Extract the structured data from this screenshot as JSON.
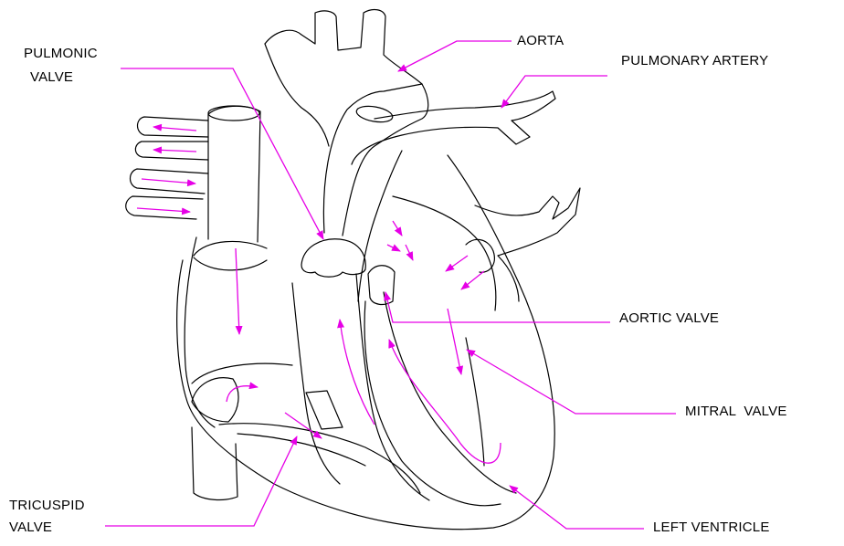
{
  "labels": {
    "aorta": "AORTA",
    "pulmonary_artery": "PULMONARY ARTERY",
    "pulmonic_valve_1": "PULMONIC",
    "pulmonic_valve_2": "VALVE",
    "aortic_valve": "AORTIC VALVE",
    "mitral_valve": "MITRAL  VALVE",
    "tricuspid_valve_1": "TRICUSPID",
    "tricuspid_valve_2": "VALVE",
    "left_ventricle": "LEFT VENTRICLE"
  },
  "colors": {
    "outline": "#000000",
    "leader": "#e600e6",
    "arrow": "#e600e6",
    "background": "#ffffff"
  }
}
